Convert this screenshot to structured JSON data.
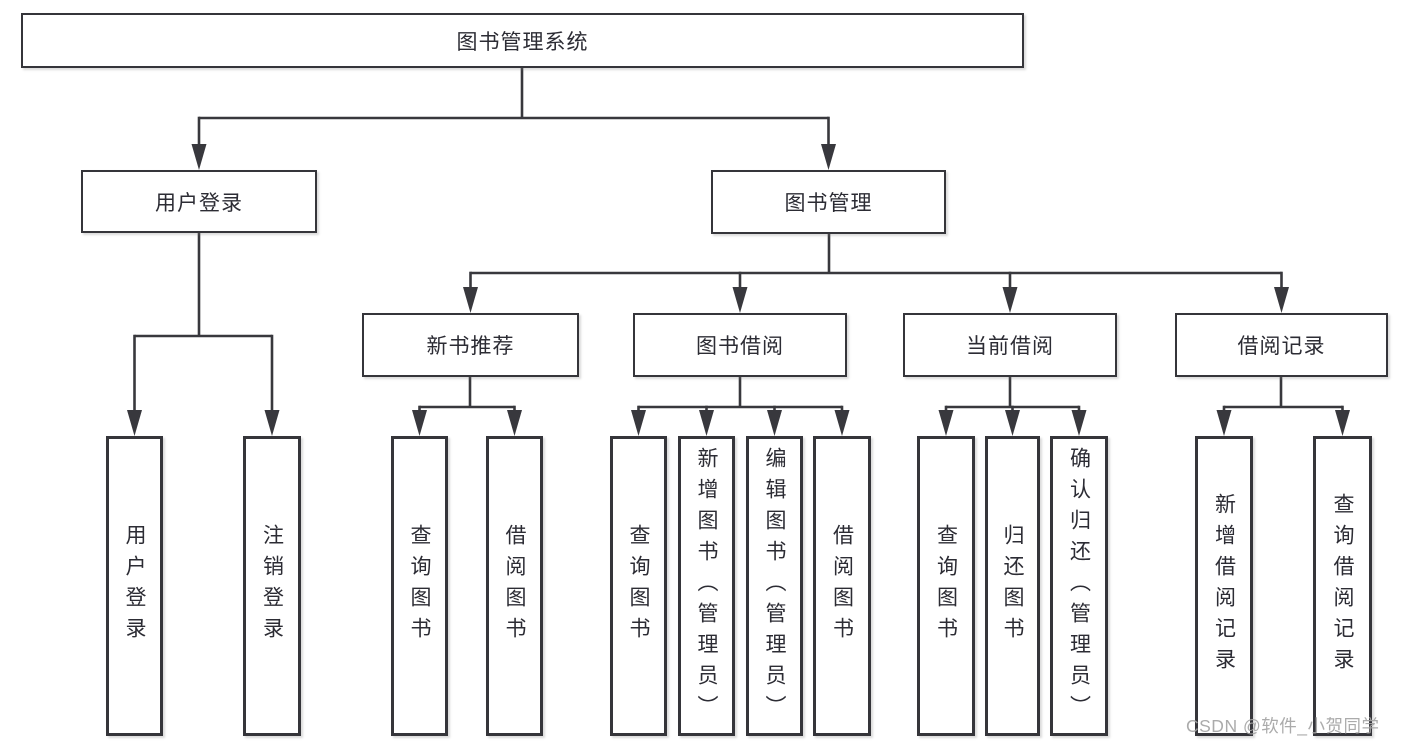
{
  "diagram_title": "图书管理系统",
  "nodes": {
    "root": {
      "label": "图书管理系统"
    },
    "login": {
      "label": "用户登录"
    },
    "mgmt": {
      "label": "图书管理"
    },
    "newbook": {
      "label": "新书推荐"
    },
    "borrow": {
      "label": "图书借阅"
    },
    "current": {
      "label": "当前借阅"
    },
    "records": {
      "label": "借阅记录"
    },
    "login_login": {
      "label": "用户登录"
    },
    "login_logout": {
      "label": "注销登录"
    },
    "nb_query": {
      "label": "查询图书"
    },
    "nb_borrow": {
      "label": "借阅图书"
    },
    "bb_query": {
      "label": "查询图书"
    },
    "bb_add": {
      "label": "新增图书（管理员）"
    },
    "bb_edit": {
      "label": "编辑图书（管理员）"
    },
    "bb_borrow": {
      "label": "借阅图书"
    },
    "cb_query": {
      "label": "查询图书"
    },
    "cb_return": {
      "label": "归还图书"
    },
    "cb_confirm": {
      "label": "确认归还（管理员）"
    },
    "rec_add": {
      "label": "新增借阅记录"
    },
    "rec_query": {
      "label": "查询借阅记录"
    }
  },
  "hierarchy": {
    "root": [
      "login",
      "mgmt"
    ],
    "login": [
      "login_login",
      "login_logout"
    ],
    "mgmt": [
      "newbook",
      "borrow",
      "current",
      "records"
    ],
    "newbook": [
      "nb_query",
      "nb_borrow"
    ],
    "borrow": [
      "bb_query",
      "bb_add",
      "bb_edit",
      "bb_borrow"
    ],
    "current": [
      "cb_query",
      "cb_return",
      "cb_confirm"
    ],
    "records": [
      "rec_add",
      "rec_query"
    ]
  },
  "watermark": {
    "text": "CSDN @软件_小贺同学"
  },
  "colors": {
    "line": "#38383d",
    "box_border": "#35353a",
    "text": "#2c2c34",
    "watermark": "#a4a4a4",
    "background": "#ffffff"
  }
}
